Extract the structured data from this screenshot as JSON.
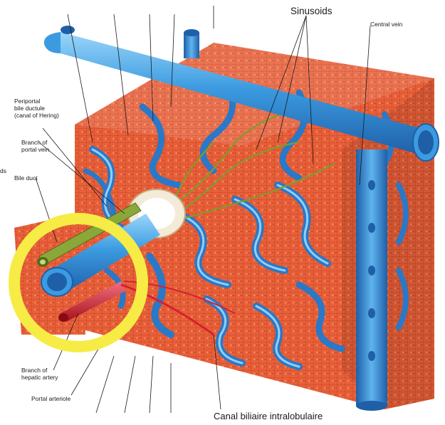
{
  "diagram": {
    "labels": {
      "sinusoids": "Sinusoids",
      "central_vein": "Central vein",
      "periportal_bile_ductule": "Periportal\nbile ductule\n(canal of Hering)",
      "branch_of_portal_vein": "Branch of\nportal vein",
      "bile_duct": "Bile duct",
      "cut_off_fragment": "ds",
      "branch_of_hepatic_artery": "Branch of\nhepatic artery",
      "portal_arteriole": "Portal arteriole",
      "canal_biliaire": "Canal biliaire intralobulaire"
    },
    "colors": {
      "vein_blue": "#3c9be0",
      "vein_light": "#8fd0f7",
      "vein_dark": "#1e5fa8",
      "hepatocyte": "#e8603a",
      "hepatocyte_cell_line": "#b8391c",
      "bile_green": "#7f9c2c",
      "artery_red": "#d8202e",
      "highlight_circle": "#f6ec45"
    }
  }
}
